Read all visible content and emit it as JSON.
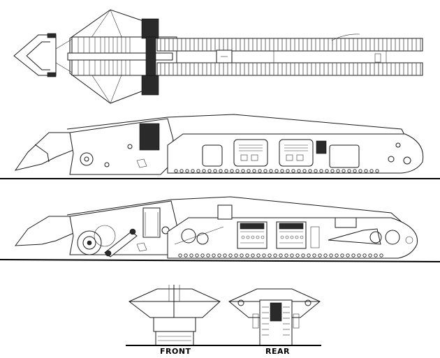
{
  "figure": {
    "subject": "Tracked trench-digging machine technical drawing",
    "views": [
      {
        "id": "top-plan",
        "label": "Top plan view"
      },
      {
        "id": "side-exterior",
        "label": "Side elevation (exterior)"
      },
      {
        "id": "side-cutaway",
        "label": "Side elevation (cutaway)"
      },
      {
        "id": "end-views",
        "label": "End views"
      }
    ],
    "captions": {
      "front": "FRONT",
      "rear": "REAR"
    },
    "colors": {
      "background": "#ffffff",
      "line": "#1a1a1a"
    }
  }
}
